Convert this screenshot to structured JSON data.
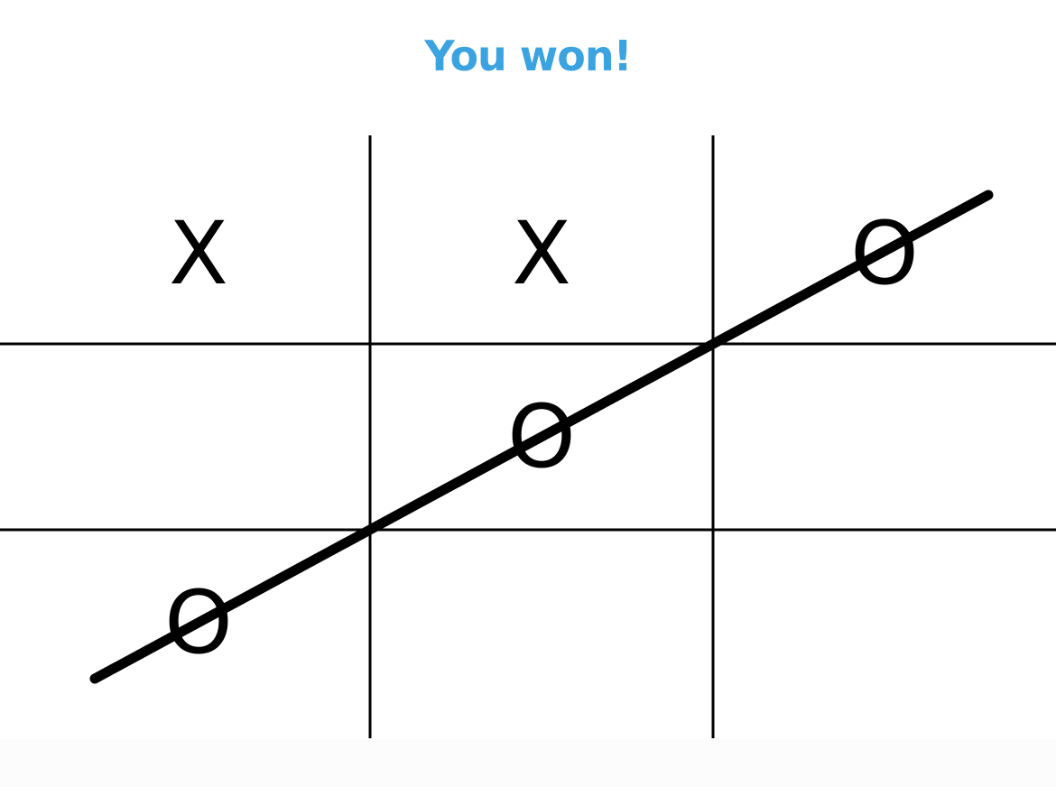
{
  "status": {
    "message": "You won!",
    "color": "#3ba3e0"
  },
  "board": {
    "cells": [
      [
        "X",
        "X",
        "O"
      ],
      [
        "",
        "O",
        ""
      ],
      [
        "O",
        "",
        ""
      ]
    ],
    "winning_line": "diagonal from bottom-left to top-right"
  },
  "colors": {
    "grid": "#000000",
    "marks": "#000000",
    "background": "#ffffff"
  }
}
